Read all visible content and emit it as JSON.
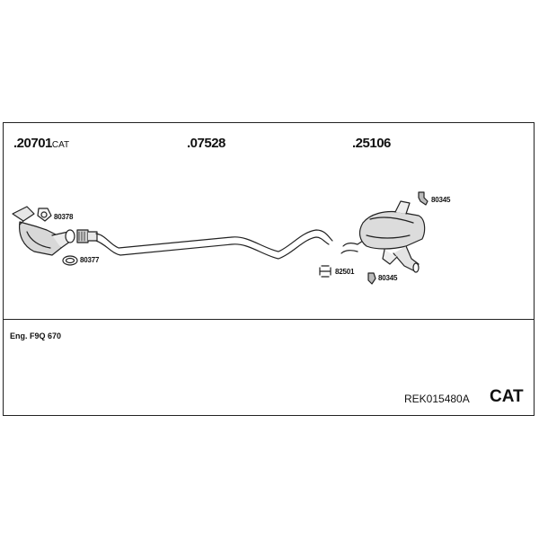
{
  "parts": {
    "front_pipe": {
      "number": ".20701",
      "suffix": "CAT"
    },
    "middle_pipe": {
      "number": ".07528"
    },
    "rear_silencer": {
      "number": ".25106"
    }
  },
  "hardware": {
    "gasket_top": "80378",
    "gasket_bottom": "80377",
    "hanger_top": "80345",
    "clamp": "82501",
    "hanger_bottom": "80345"
  },
  "engine": "Eng. F9Q 670",
  "reference": "REK015480A",
  "type_label": "CAT"
}
